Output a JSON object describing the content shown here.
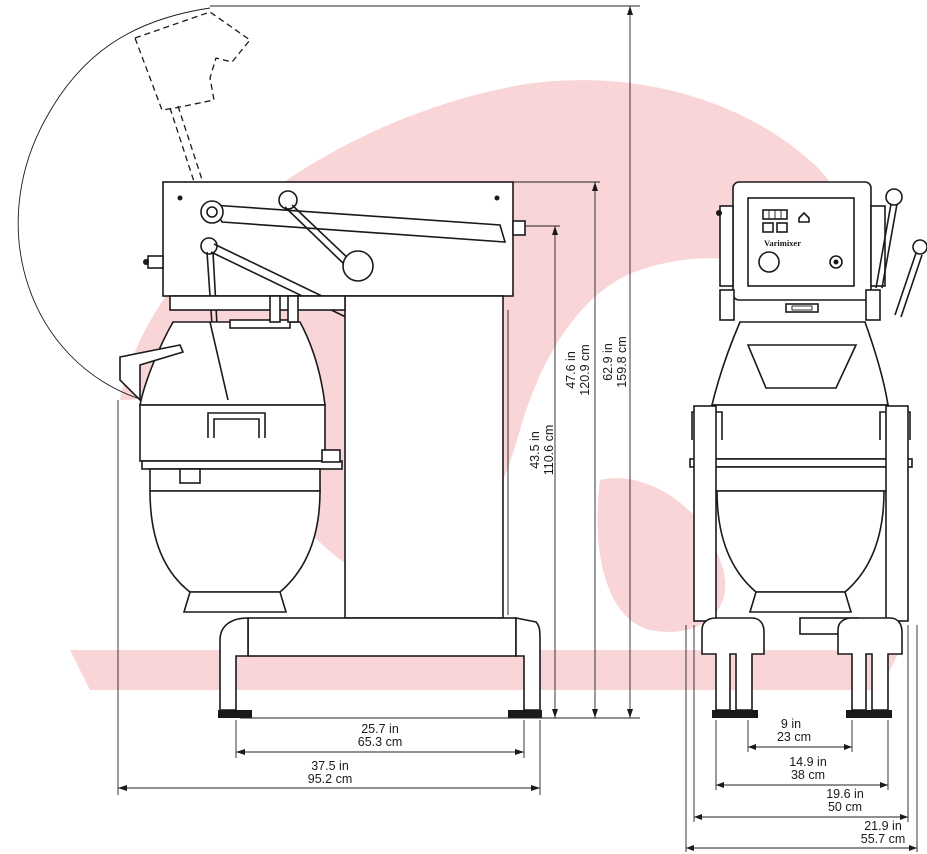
{
  "colors": {
    "watermark": "#f9d5d8",
    "line": "#1a1a1a",
    "background": "#ffffff"
  },
  "icons": {
    "bowl_guard_icon": "home-shape",
    "speed_dial_icon": "dial-knob"
  },
  "panel": {
    "brand": "Varimixer"
  },
  "dimensions": {
    "total_height": {
      "in": "62.9 in",
      "cm": "159.8 cm"
    },
    "head_height": {
      "in": "47.6 in",
      "cm": "120.9 cm"
    },
    "bowl_rim_height": {
      "in": "43.5 in",
      "cm": "110.6 cm"
    },
    "side_feet_spacing": {
      "in": "25.7 in",
      "cm": "65.3 cm"
    },
    "side_overall_depth": {
      "in": "37.5 in",
      "cm": "95.2 cm"
    },
    "front_inner_feet": {
      "in": "9 in",
      "cm": "23 cm"
    },
    "front_mid_feet": {
      "in": "14.9 in",
      "cm": "38 cm"
    },
    "front_outer_feet": {
      "in": "19.6 in",
      "cm": "50 cm"
    },
    "front_overall_width": {
      "in": "21.9 in",
      "cm": "55.7 cm"
    }
  }
}
